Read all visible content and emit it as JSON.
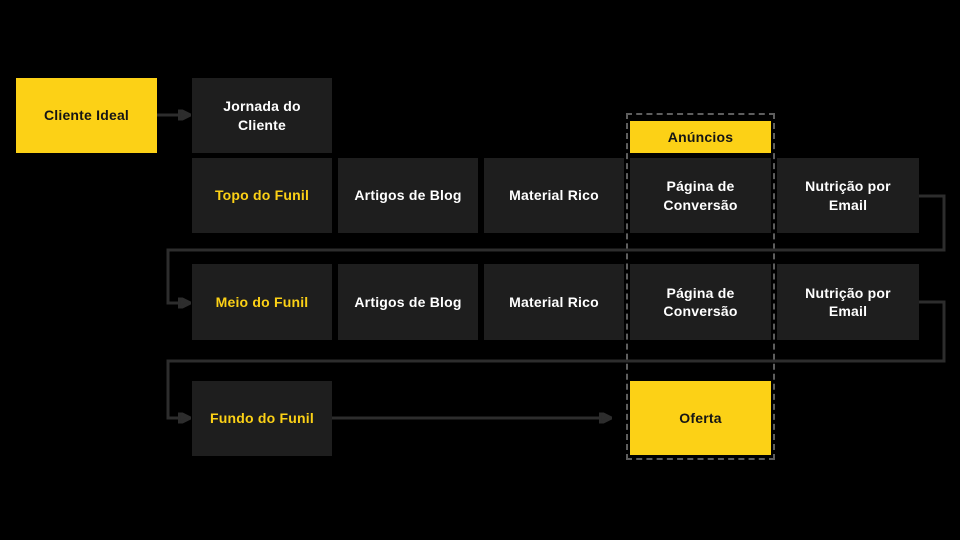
{
  "colors": {
    "bg": "#000000",
    "yellow": "#fcd116",
    "box_dark": "#1e1e1e",
    "text_light": "#ffffff",
    "text_dark": "#151515",
    "connector": "#2d2d2d",
    "dashed_border": "#5e5e5e"
  },
  "nodes": {
    "cliente_ideal": "Cliente Ideal",
    "jornada_do_cliente": "Jornada do Cliente",
    "anuncios": "Anúncios",
    "oferta": "Oferta"
  },
  "funnel": {
    "rows": [
      {
        "stage": "Topo do Funil",
        "items": [
          "Artigos de Blog",
          "Material Rico",
          "Página de Conversão",
          "Nutrição por Email"
        ]
      },
      {
        "stage": "Meio do Funil",
        "items": [
          "Artigos de Blog",
          "Material Rico",
          "Página de Conversão",
          "Nutrição por Email"
        ]
      },
      {
        "stage": "Fundo do Funil",
        "items": []
      }
    ]
  }
}
